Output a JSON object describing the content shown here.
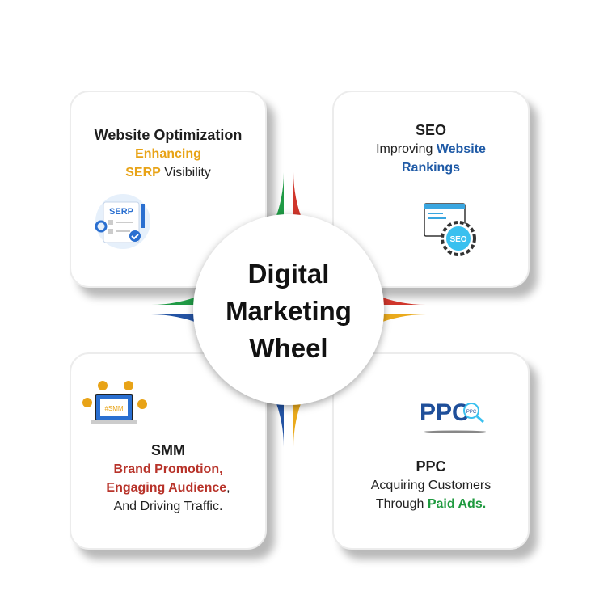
{
  "center": {
    "line1": "Digital",
    "line2": "Marketing",
    "line3": "Wheel"
  },
  "cards": [
    {
      "title": "Website Optimization",
      "line1": "Enhancing",
      "line2a": "SERP",
      "line2b": " Visibility",
      "icon": "serp-icon",
      "icon_label": "SERP",
      "accent": "#e8a317"
    },
    {
      "title": "SEO",
      "line1a": "Improving ",
      "line1b": "Website",
      "line2": "Rankings",
      "icon": "seo-gear-icon",
      "icon_label": "SEO",
      "accent": "#1f5aa6"
    },
    {
      "title": "SMM",
      "line1": "Brand Promotion,",
      "line2a": "Engaging Audience",
      "line2b": ",",
      "line3": "And Driving Traffic.",
      "icon": "smm-icon",
      "icon_label": "#SMM",
      "accent": "#c0392b"
    },
    {
      "title": "PPC",
      "line1": "Acquiring Customers",
      "line2a": "Through ",
      "line2b": "Paid Ads.",
      "icon": "ppc-icon",
      "icon_label": "PPC",
      "icon_sublabel": "PPC",
      "accent": "#1f9a3f"
    }
  ],
  "colors": {
    "green": "#1f9a45",
    "red": "#d0362b",
    "blue": "#2353a3",
    "yellow": "#eaaa1c"
  }
}
